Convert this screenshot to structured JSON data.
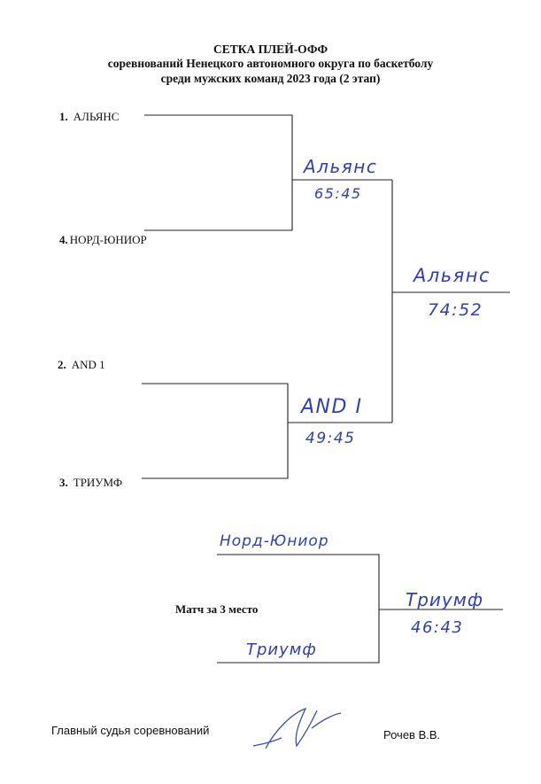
{
  "header": {
    "line1": "СЕТКА ПЛЕЙ-ОФФ",
    "line2": "соревнований Ненецкого автономного округа по баскетболу",
    "line3": "среди мужских команд 2023 года (2 этап)"
  },
  "semifinals": {
    "teams": [
      {
        "num": "1.",
        "name": "АЛЬЯНС"
      },
      {
        "num": "4.",
        "name": "НОРД-ЮНИОР"
      },
      {
        "num": "2.",
        "name": "AND 1"
      },
      {
        "num": "3.",
        "name": "ТРИУМФ"
      }
    ],
    "match1": {
      "winner": "Альянс",
      "score": "65:45"
    },
    "match2": {
      "winner": "AND I",
      "score": "49:45"
    }
  },
  "final": {
    "winner": "Альянс",
    "score": "74:52"
  },
  "third_place": {
    "label": "Матч за 3 место",
    "team_top": "Норд-Юниор",
    "team_bottom": "Триумф",
    "winner": "Триумф",
    "score": "46:43"
  },
  "footer": {
    "judge_label": "Главный судья соревнований",
    "judge_name": "Рочев В.В.",
    "signature_color": "#3a4db5"
  },
  "colors": {
    "handwriting": "#2f3fb8",
    "lines": "#222222"
  }
}
